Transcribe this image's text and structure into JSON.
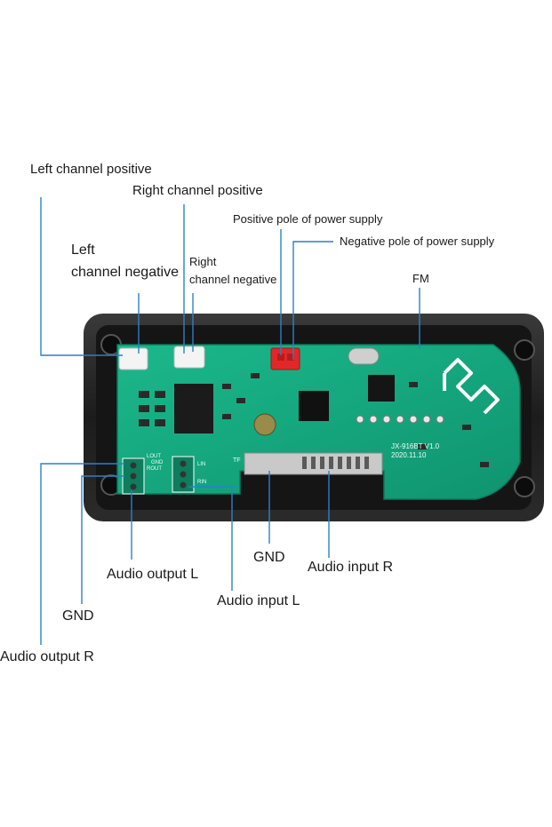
{
  "labels": {
    "left_channel_positive": "Left channel positive",
    "right_channel_positive": "Right channel positive",
    "left_channel_negative_line1": "Left",
    "left_channel_negative_line2": "channel negative",
    "right_channel_negative_line1": "Right",
    "right_channel_negative_line2": "channel negative",
    "positive_pole": "Positive pole of power supply",
    "negative_pole": "Negative pole of power supply",
    "fm": "FM",
    "gnd_center": "GND",
    "audio_input_r": "Audio input R",
    "audio_output_l": "Audio output L",
    "audio_input_l": "Audio input L",
    "gnd_left": "GND",
    "audio_output_r": "Audio output R"
  },
  "board": {
    "model_marking": "JX-916BT V1.0",
    "date_marking": "2020.11.10",
    "tf_marking": "TF",
    "pin_marking_1": "LOUT",
    "pin_marking_2": "GND",
    "pin_marking_3": "ROUT",
    "pin_marking_4": "LIN",
    "pin_marking_5": "RIN",
    "colors": {
      "pcb": "#14a77f",
      "housing": "#1c1c1c",
      "leader_line": "#2f7fc8",
      "power_connector": "#e0282a"
    }
  }
}
